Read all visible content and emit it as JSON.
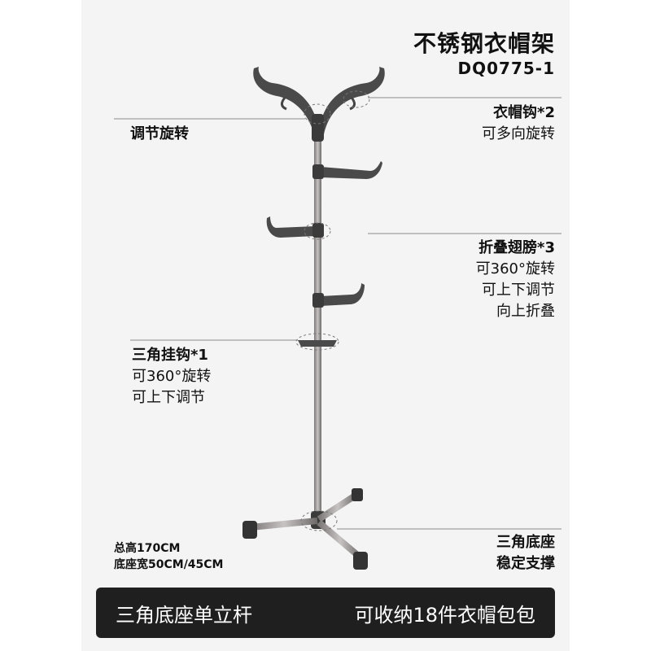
{
  "header": {
    "title": "不锈钢衣帽架",
    "model": "DQ0775-1"
  },
  "labels": {
    "rotate_adjust": "调节旋转",
    "hat_hook": {
      "title": "衣帽钩*2",
      "desc": "可多向旋转"
    },
    "fold_wing": {
      "title": "折叠翅膀*3",
      "lines": [
        "可360°旋转",
        "可上下调节",
        "向上折叠"
      ]
    },
    "tri_hook": {
      "title": "三角挂钩*1",
      "lines": [
        "可360°旋转",
        "可上下调节"
      ]
    },
    "base": {
      "lines": [
        "三角底座",
        "稳定支撑"
      ]
    }
  },
  "specs": {
    "height": "总高170CM",
    "base_width": "底座宽50CM/45CM"
  },
  "footer": {
    "left": "三角底座单立杆",
    "right": "可收纳18件衣帽包包"
  },
  "colors": {
    "pole": "#9a9595",
    "plastic": "#4a4a4a",
    "bar": "#1f1f1f"
  }
}
